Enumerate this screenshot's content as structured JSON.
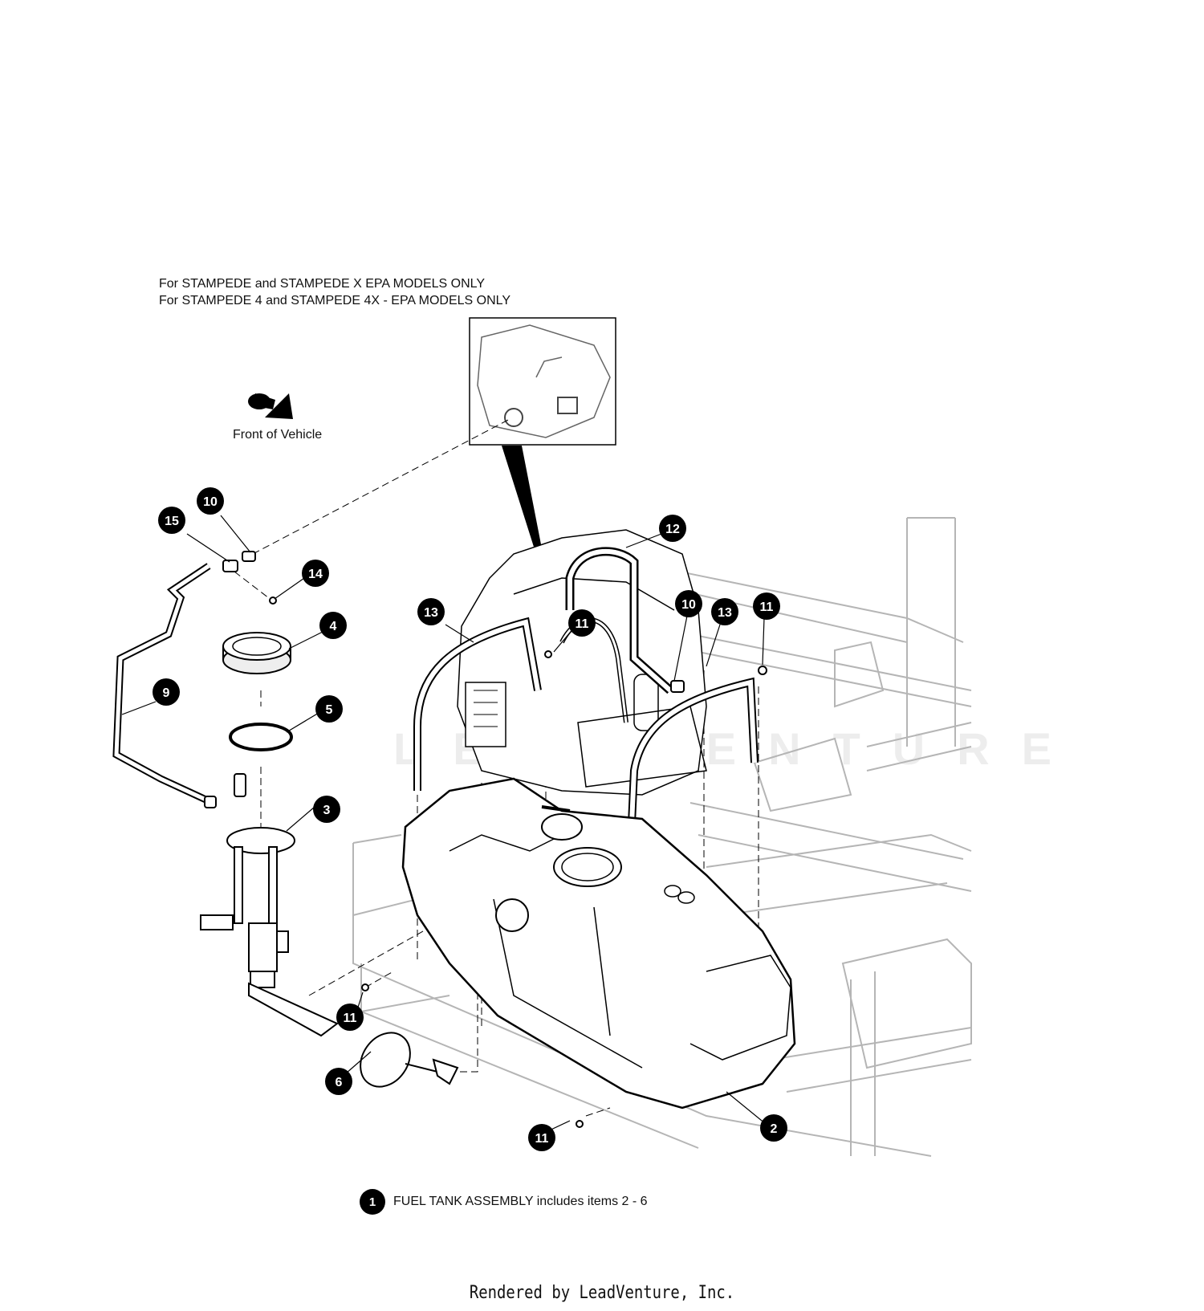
{
  "notes": {
    "line1": "For STAMPEDE and STAMPEDE X EPA MODELS ONLY",
    "line2": "For STAMPEDE 4 and STAMPEDE 4X - EPA MODELS ONLY"
  },
  "orientation": {
    "label": "Front of Vehicle",
    "icon": "arrow-icon"
  },
  "callouts": [
    "10",
    "15",
    "14",
    "12",
    "4",
    "13",
    "11",
    "10",
    "13",
    "11",
    "9",
    "5",
    "3",
    "11",
    "6",
    "11",
    "2"
  ],
  "assembly": {
    "number": "1",
    "text": "FUEL TANK ASSEMBLY includes items 2 - 6"
  },
  "watermark": "LEADVENTURE",
  "footer": "Rendered by LeadVenture, Inc.",
  "colors": {
    "ink": "#000000",
    "frame_gray": "#b5b5b5",
    "background": "#ffffff"
  }
}
